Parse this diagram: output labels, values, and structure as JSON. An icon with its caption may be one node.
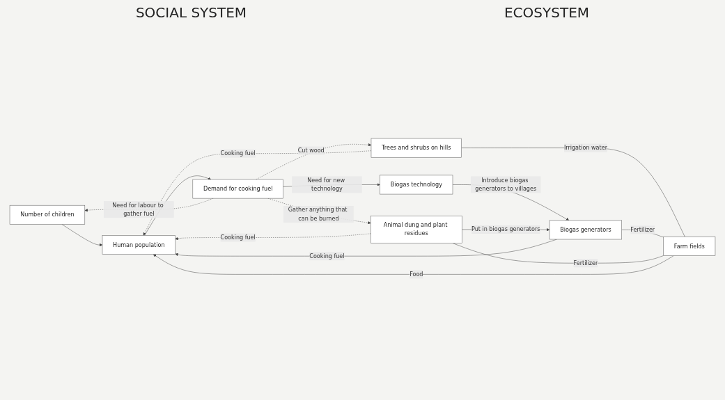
{
  "diagram": {
    "nodes": [
      {
        "text": [
          "Number of children"
        ]
      },
      {
        "text": [
          "Human population"
        ]
      },
      {
        "text": [
          "Demand for cooking fuel"
        ]
      },
      {
        "text": [
          "Biogas technology"
        ]
      },
      {
        "text": [
          "Farm fields"
        ]
      },
      {
        "text": [
          "Trees and shrubs on hills"
        ]
      },
      {
        "text": [
          "Biogas generators"
        ]
      },
      {
        "text": [
          "Animal dung and plant residues"
        ]
      }
    ],
    "edges": [
      {
        "from": 0,
        "to": 1,
        "arrow": "to"
      },
      {
        "from": 1,
        "to": 2,
        "arrow": "to"
      },
      {
        "from": 2,
        "to": 3,
        "arrow": "to",
        "label": "Need for new technology"
      },
      {
        "from": 2,
        "to": 0,
        "arrow": "to",
        "label": "Need for labour to gather fuel",
        "style": "dashed"
      },
      {
        "from": 4,
        "to": 1,
        "arrow": "to",
        "label": "Food"
      },
      {
        "from": 5,
        "to": 1,
        "arrow": "to",
        "label": "Cooking fuel",
        "style": "dashed"
      },
      {
        "from": 6,
        "to": 1,
        "arrow": "to",
        "label": "Cooking fuel"
      },
      {
        "from": 7,
        "to": 1,
        "arrow": "to",
        "label": "Cooking fuel",
        "style": "dashed"
      },
      {
        "from": 2,
        "to": 5,
        "arrow": "to",
        "label": "Cut wood",
        "style": "dashed"
      },
      {
        "from": 2,
        "to": 7,
        "arrow": "to",
        "label": "Gather anything that can be burned",
        "style": "dashed"
      },
      {
        "from": 3,
        "to": 6,
        "arrow": "to",
        "label": "Introduce biogas generators to villages"
      },
      {
        "from": 7,
        "to": 6,
        "arrow": "to",
        "label": "Put in biogas generators"
      },
      {
        "from": 5,
        "to": 4,
        "arrow": "none",
        "label": "Irrigation water"
      },
      {
        "from": 6,
        "to": 4,
        "arrow": "none",
        "label": "Fertilizer"
      },
      {
        "from": 7,
        "to": 4,
        "arrow": "none",
        "label": "Fertilizer"
      }
    ],
    "labels": [
      "SOCIAL SYSTEM",
      "ECOSYSTEM"
    ]
  }
}
